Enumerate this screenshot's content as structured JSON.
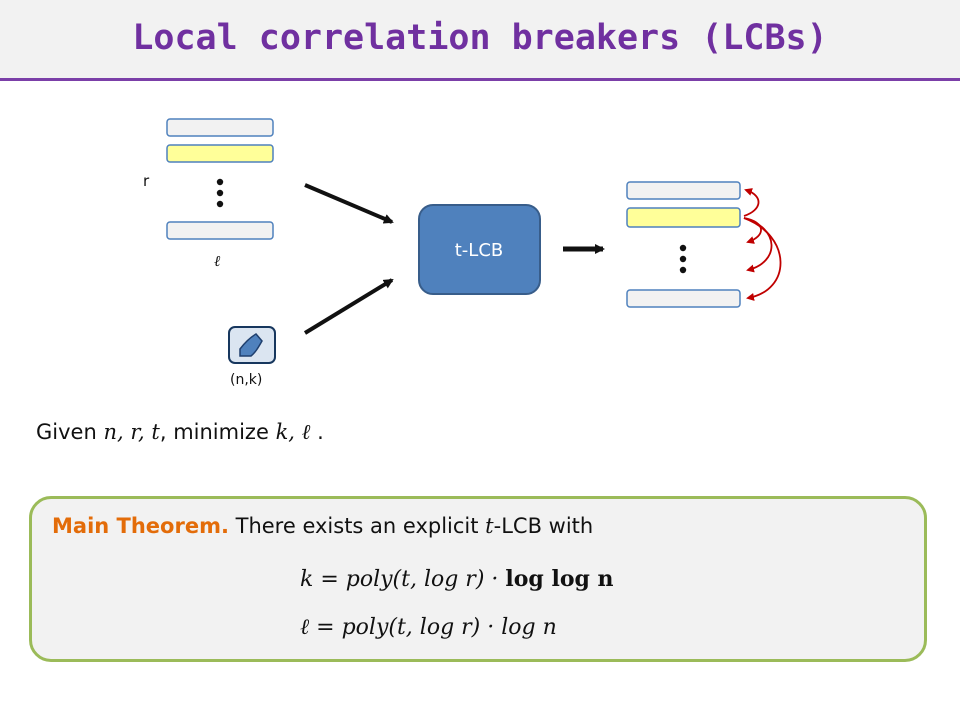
{
  "title": "Local correlation breakers (LCBs)",
  "diagram": {
    "source_label": "r",
    "length_label": "ℓ",
    "seed_label": "(n,k)",
    "lcb_label": "t-LCB"
  },
  "given": {
    "prefix": "Given ",
    "params": "n, r, t",
    "middle": ",  minimize ",
    "targets": "k, ℓ",
    "suffix": " ."
  },
  "theorem": {
    "label": "Main Theorem.",
    "text_before": " There exists an explicit ",
    "t": "t",
    "text_after": "-LCB with",
    "eq1_lhs": "k = poly(t, log r) · ",
    "eq1_bold": "log log n",
    "eq2": "ℓ = poly(t, log r) · log n"
  },
  "colors": {
    "title": "#7030a0",
    "title_rule": "#7b3fa8",
    "box_border": "#9bbb59",
    "theorem_label": "#e36c09",
    "lcb_fill": "#4f81bd",
    "highlight_row": "#ffff99",
    "arrow_red": "#c00000"
  }
}
